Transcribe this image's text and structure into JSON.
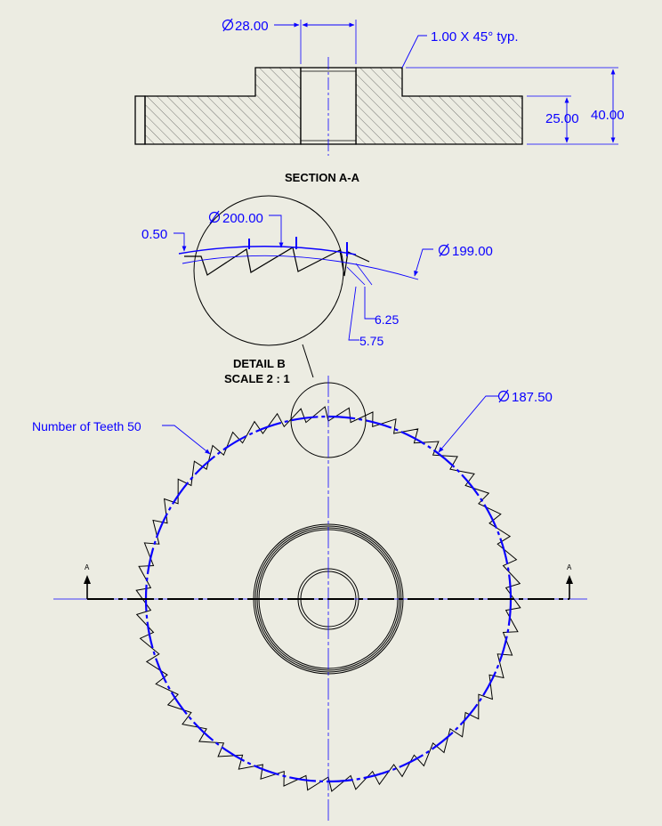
{
  "section": {
    "title": "SECTION A-A",
    "bore_dim": "28.00",
    "chamfer_note": "1.00 X 45° typ.",
    "hub_height_dim": "25.00",
    "total_height_dim": "40.00"
  },
  "detail": {
    "title": "DETAIL B",
    "scale": "SCALE 2 : 1",
    "outer_dia": "200.00",
    "root_dia": "199.00",
    "offset": "0.50",
    "pitch_a": "6.25",
    "pitch_b": "5.75"
  },
  "gear": {
    "teeth_note": "Number of Teeth 50",
    "teeth_count": 50,
    "pitch_dia": "187.50",
    "section_marker": "A"
  },
  "colors": {
    "annotation": "#0a00ff",
    "geometry": "#000000",
    "background": "#ecece2"
  }
}
